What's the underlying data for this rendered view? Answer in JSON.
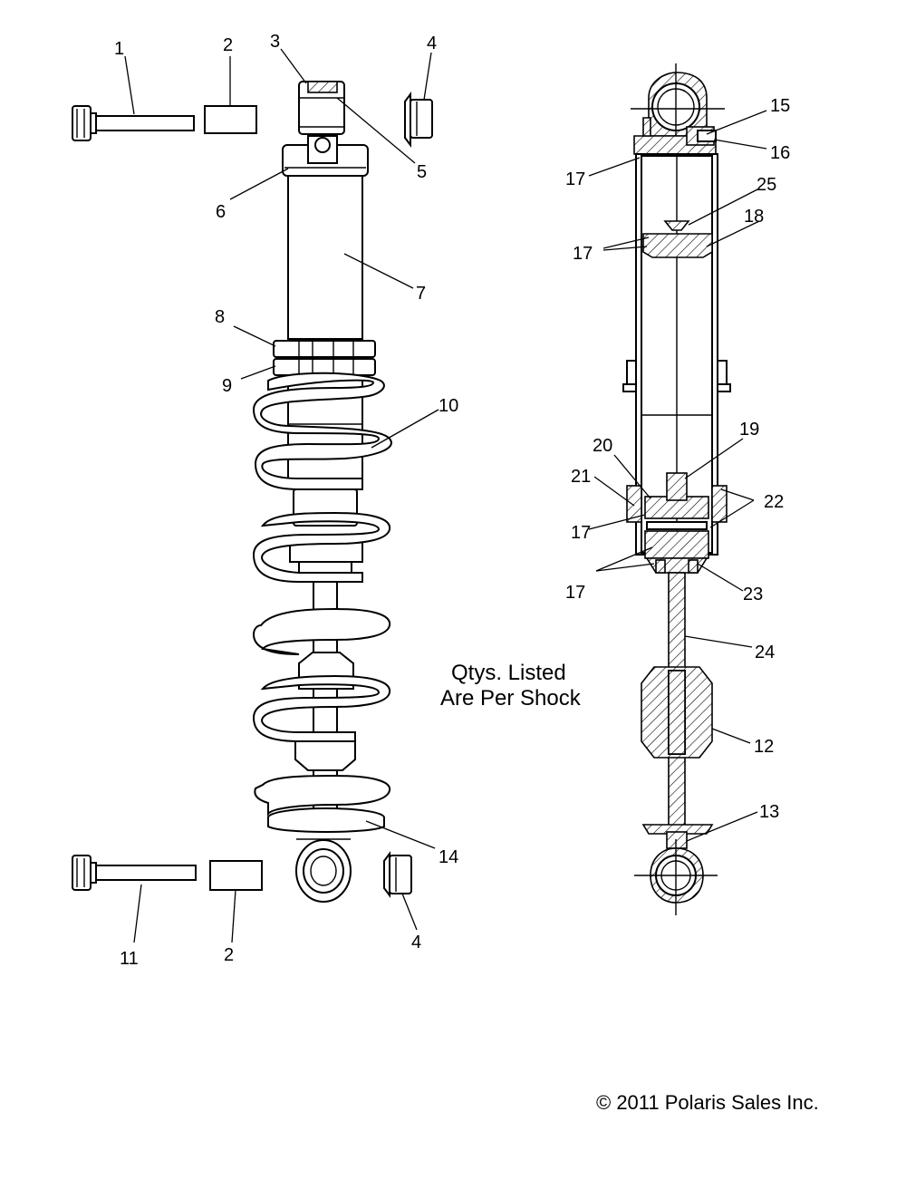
{
  "callouts": {
    "c1": "1",
    "c2a": "2",
    "c3": "3",
    "c4a": "4",
    "c5": "5",
    "c6": "6",
    "c7": "7",
    "c8": "8",
    "c9": "9",
    "c10": "10",
    "c11": "11",
    "c2b": "2",
    "c4b": "4",
    "c14": "14",
    "c15": "15",
    "c16": "16",
    "c17a": "17",
    "c25": "25",
    "c18": "18",
    "c17b": "17",
    "c19": "19",
    "c20": "20",
    "c21": "21",
    "c22": "22",
    "c17c": "17",
    "c17d": "17",
    "c23": "23",
    "c24": "24",
    "c12": "12",
    "c13": "13"
  },
  "note": {
    "line1": "Qtys. Listed",
    "line2": "Are Per Shock"
  },
  "copyright": "© 2011 Polaris Sales Inc."
}
